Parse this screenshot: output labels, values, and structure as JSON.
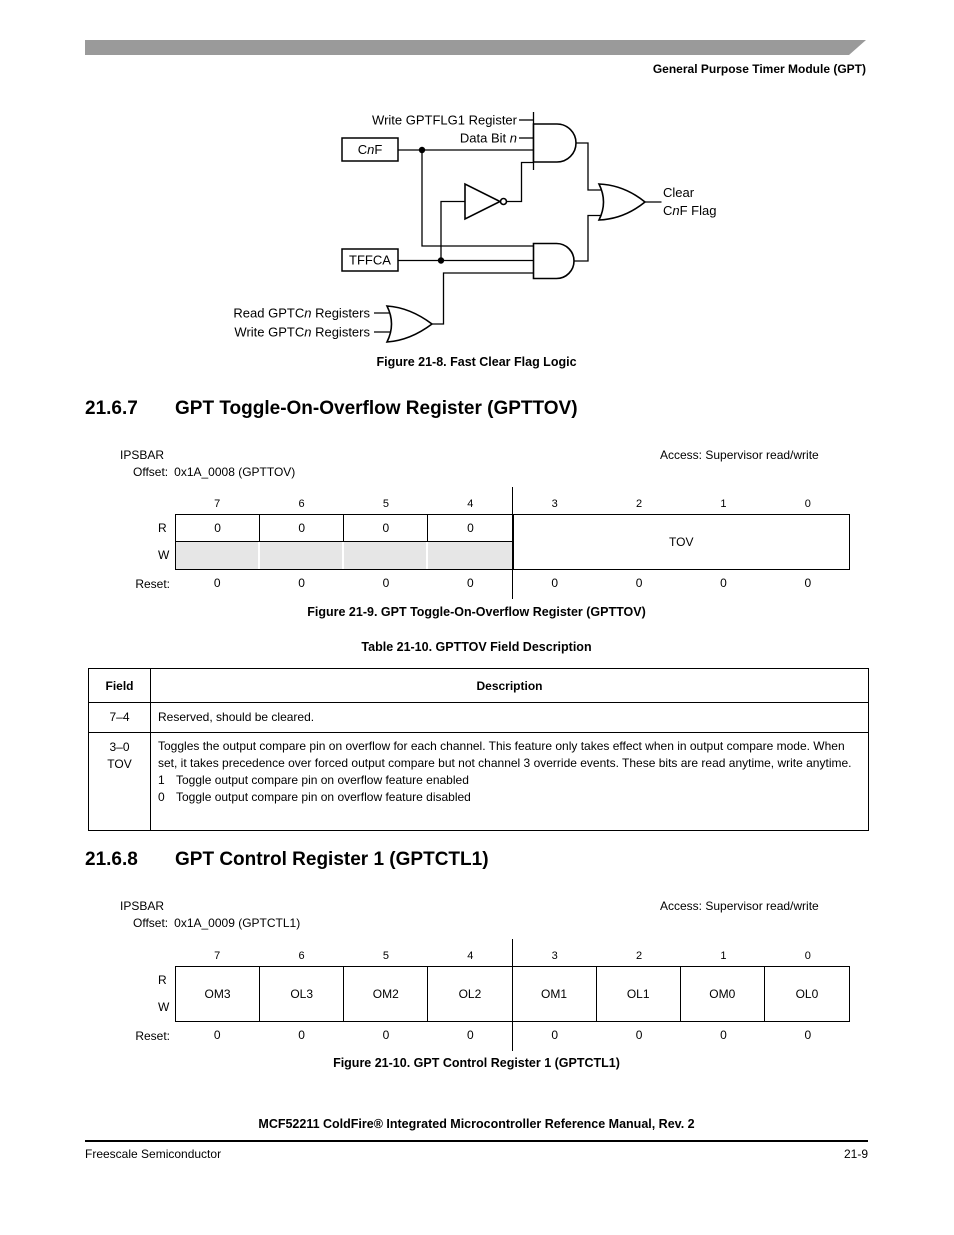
{
  "header": {
    "module_label": "General Purpose Timer Module (GPT)"
  },
  "colors": {
    "header_bar": "#9a9a9a",
    "shaded_cell": "#e6e6e6"
  },
  "logic_figure": {
    "caption": "Figure 21-8. Fast Clear Flag Logic",
    "write_gptflg1_label": "Write GPTFLG1 Register",
    "data_bit": {
      "pre": "Data Bit ",
      "italic": "n"
    },
    "cnf": {
      "pre": "C",
      "italic": "n",
      "post": "F"
    },
    "tffca": "TFFCA",
    "clear_flag": {
      "line1": "Clear",
      "pre": "C",
      "italic": "n",
      "post": "F Flag"
    },
    "read_gptc": {
      "pre": "Read GPTC",
      "italic": "n",
      "post": " Registers"
    },
    "write_gptc": {
      "pre": "Write GPTC",
      "italic": "n",
      "post": " Registers"
    }
  },
  "gpttov": {
    "section_number": "21.6.7",
    "section_title": "GPT Toggle-On-Overflow Register (GPTTOV)",
    "ipsbar": "IPSBAR",
    "access": "Access: Supervisor read/write",
    "offset_label": "Offset:",
    "offset_value": "0x1A_0008 (GPTTOV)",
    "register": {
      "bits": [
        "7",
        "6",
        "5",
        "4",
        "3",
        "2",
        "1",
        "0"
      ],
      "r_label": "R",
      "w_label": "W",
      "r_values": [
        "0",
        "0",
        "0",
        "0"
      ],
      "merged_field": "TOV",
      "reset_label": "Reset:",
      "reset_values": [
        "0",
        "0",
        "0",
        "0",
        "0",
        "0",
        "0",
        "0"
      ]
    },
    "figure_caption": "Figure 21-9. GPT Toggle-On-Overflow Register (GPTTOV)"
  },
  "field_table": {
    "caption": "Table 21-10. GPTTOV Field Description",
    "header_field": "Field",
    "header_description": "Description",
    "rows": [
      {
        "field_line1": "7–4",
        "field_line2": "",
        "description": "Reserved, should be cleared."
      },
      {
        "field_line1": "3–0",
        "field_line2": "TOV",
        "description": "Toggles the output compare pin on overflow for each channel. This feature only takes effect when in output compare mode. When set, it takes precedence over forced output compare but not channel 3 override events. These bits are read anytime, write anytime.",
        "items": [
          {
            "value": "1",
            "text": "Toggle output compare pin on overflow feature enabled"
          },
          {
            "value": "0",
            "text": "Toggle output compare pin on overflow feature disabled"
          }
        ]
      }
    ]
  },
  "gptctl1": {
    "section_number": "21.6.8",
    "section_title": "GPT Control Register 1 (GPTCTL1)",
    "ipsbar": "IPSBAR",
    "access": "Access: Supervisor read/write",
    "offset_label": "Offset:",
    "offset_value": "0x1A_0009 (GPTCTL1)",
    "register": {
      "bits": [
        "7",
        "6",
        "5",
        "4",
        "3",
        "2",
        "1",
        "0"
      ],
      "r_label": "R",
      "w_label": "W",
      "fields": [
        "OM3",
        "OL3",
        "OM2",
        "OL2",
        "OM1",
        "OL1",
        "OM0",
        "OL0"
      ],
      "reset_label": "Reset:",
      "reset_values": [
        "0",
        "0",
        "0",
        "0",
        "0",
        "0",
        "0",
        "0"
      ]
    },
    "figure_caption": "Figure 21-10. GPT Control Register 1 (GPTCTL1)"
  },
  "footer": {
    "doc_title": "MCF52211 ColdFire® Integrated Microcontroller Reference Manual, Rev. 2",
    "company": "Freescale Semiconductor",
    "page_number": "21-9"
  }
}
